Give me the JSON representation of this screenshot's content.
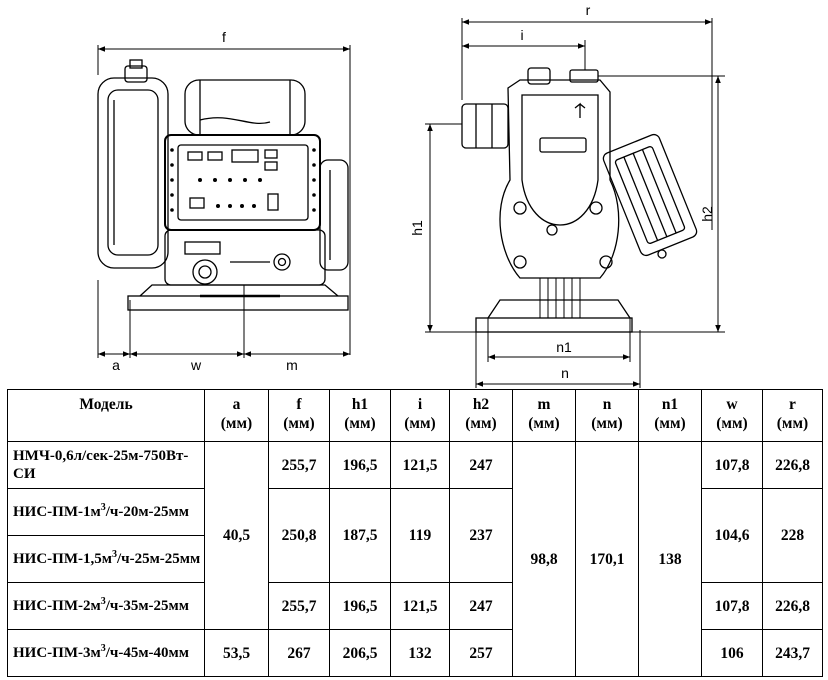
{
  "diagram": {
    "dim_labels": {
      "f": "f",
      "a": "a",
      "w": "w",
      "m": "m",
      "r": "r",
      "i": "i",
      "h1": "h1",
      "h2": "h2",
      "n1": "n1",
      "n": "n"
    }
  },
  "table": {
    "headers": [
      {
        "label": "Модель",
        "unit": ""
      },
      {
        "label": "a",
        "unit": "(мм)"
      },
      {
        "label": "f",
        "unit": "(мм)"
      },
      {
        "label": "h1",
        "unit": "(мм)"
      },
      {
        "label": "i",
        "unit": "(мм)"
      },
      {
        "label": "h2",
        "unit": "(мм)"
      },
      {
        "label": "m",
        "unit": "(мм)"
      },
      {
        "label": "n",
        "unit": "(мм)"
      },
      {
        "label": "n1",
        "unit": "(мм)"
      },
      {
        "label": "w",
        "unit": "(мм)"
      },
      {
        "label": "r",
        "unit": "(мм)"
      }
    ],
    "models": [
      {
        "pre": "НМЧ-0,6л/сек-25м-750Вт-СИ",
        "sup": "",
        "post": ""
      },
      {
        "pre": "НИС-ПМ-1м",
        "sup": "3",
        "post": "/ч-20м-25мм"
      },
      {
        "pre": "НИС-ПМ-1,5м",
        "sup": "3",
        "post": "/ч-25м-25мм"
      },
      {
        "pre": "НИС-ПМ-2м",
        "sup": "3",
        "post": "/ч-35м-25мм"
      },
      {
        "pre": "НИС-ПМ-3м",
        "sup": "3",
        "post": "/ч-45м-40мм"
      }
    ],
    "values": {
      "a_1_4": "40,5",
      "a_5": "53,5",
      "f_1": "255,7",
      "f_23": "250,8",
      "f_4": "255,7",
      "f_5": "267",
      "h1_1": "196,5",
      "h1_23": "187,5",
      "h1_4": "196,5",
      "h1_5": "206,5",
      "i_1": "121,5",
      "i_23": "119",
      "i_4": "121,5",
      "i_5": "132",
      "h2_1": "247",
      "h2_23": "237",
      "h2_4": "247",
      "h2_5": "257",
      "m_all": "98,8",
      "n_all": "170,1",
      "n1_all": "138",
      "w_1": "107,8",
      "w_23": "104,6",
      "w_4": "107,8",
      "w_5": "106",
      "r_1": "226,8",
      "r_23": "228",
      "r_4": "226,8",
      "r_5": "243,7"
    }
  }
}
